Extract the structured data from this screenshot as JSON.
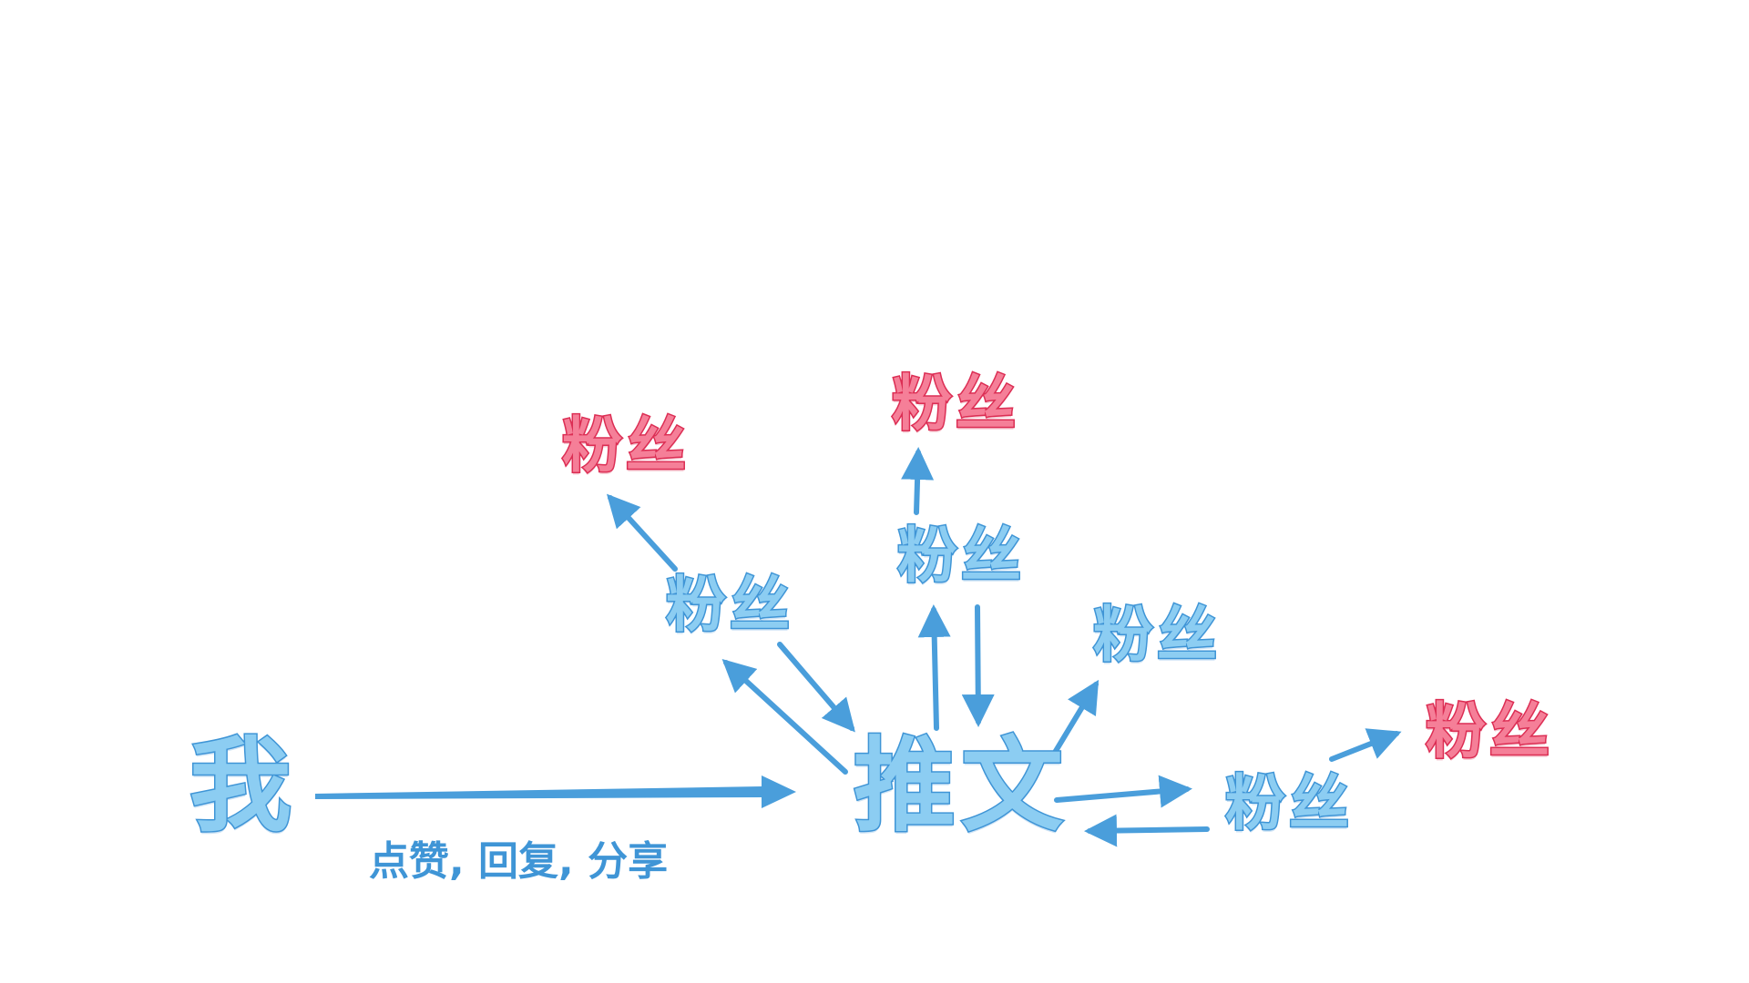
{
  "nodes": {
    "me": "我",
    "tweet": "推文",
    "fan_upper_left": "粉丝",
    "fan_upper_mid": "粉丝",
    "fan_mid_right": "粉丝",
    "fan_lower_right": "粉丝",
    "fan_red_left": "粉丝",
    "fan_red_top": "粉丝",
    "fan_red_right": "粉丝"
  },
  "edge_label": "点赞, 回复, 分享",
  "colors": {
    "blue_fill": "#8ccdf2",
    "blue_stroke": "#3f95d6",
    "red_fill": "#f57f98",
    "red_stroke": "#dc2e54",
    "arrow": "#4a9edb",
    "background": "#ffffff"
  }
}
